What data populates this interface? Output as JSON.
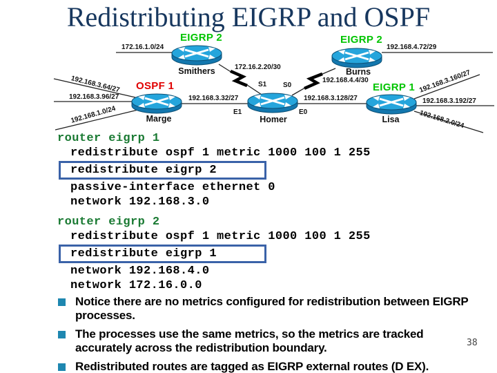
{
  "slide": {
    "title": "Redistributing EIGRP and OSPF",
    "page_number": "38"
  },
  "colors": {
    "title_navy": "#17375e",
    "eigrp_green": "#00c400",
    "ospf_red": "#e00000",
    "code_green": "#1a7a33",
    "highlight_box_blue": "#3a62a8",
    "bullet_square_teal": "#1e87b0",
    "router_top_blue": "#25a5dc",
    "router_side_blue": "#1377ae"
  },
  "diagram": {
    "protocols": {
      "eigrp2_smithers": "EIGRP 2",
      "eigrp2_burns": "EIGRP 2",
      "ospf1": "OSPF 1",
      "eigrp1": "EIGRP 1"
    },
    "routers": {
      "smithers": "Smithers",
      "burns": "Burns",
      "marge": "Marge",
      "homer": "Homer",
      "lisa": "Lisa"
    },
    "networks": {
      "smithers_lan": "172.16.1.0/24",
      "smithers_serial": "172.16.2.20/30",
      "burns_lan": "192.168.4.72/29",
      "burns_serial": "192.168.4.4/30",
      "marge_diag_up": "192.168.3.64/27",
      "marge_left": "192.168.3.96/27",
      "marge_diag_down": "192.168.1.0/24",
      "marge_homer": "192.168.3.32/27",
      "homer_lisa": "192.168.3.128/27",
      "lisa_diag_up": "192.168.3.160/27",
      "lisa_right": "192.168.3.192/27",
      "lisa_diag_down": "192.168.2.0/24"
    },
    "interfaces": {
      "s1": "S1",
      "s0": "S0",
      "e1": "E1",
      "e0": "E0"
    }
  },
  "config": {
    "block1": {
      "header": "router eigrp 1",
      "line1": "redistribute ospf 1 metric 1000 100 1 255",
      "line2_boxed": "redistribute eigrp 2",
      "line3": "passive-interface ethernet 0",
      "line4": "network 192.168.3.0"
    },
    "block2": {
      "header": "router eigrp 2",
      "line1": "redistribute ospf 1 metric 1000 100 1 255",
      "line2_boxed": "redistribute eigrp 1",
      "line3": "network 192.168.4.0",
      "line4": "network 172.16.0.0"
    }
  },
  "bullets": [
    "Notice there are no metrics configured for redistribution between EIGRP processes.",
    "The processes use the same metrics, so the metrics are tracked accurately across the redistribution boundary.",
    "Redistributed routes are tagged as EIGRP external routes (D EX)."
  ]
}
